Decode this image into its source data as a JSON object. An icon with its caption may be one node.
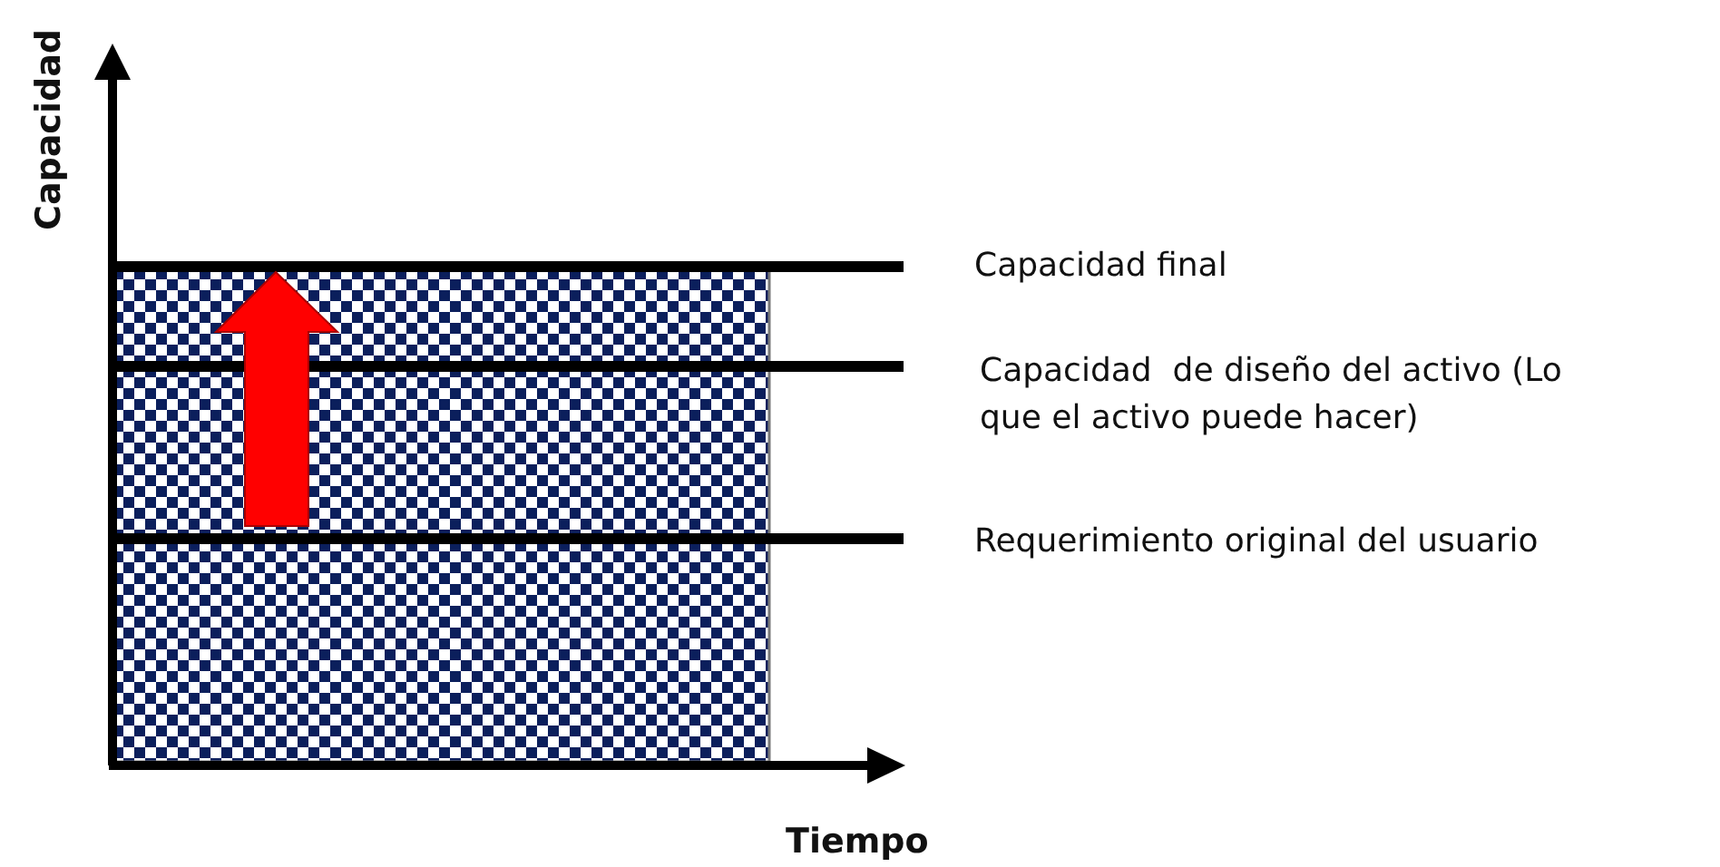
{
  "diagram": {
    "labels": [
      "Capacidad",
      "Capacidad final",
      "Capacidad  de diseño del activo (Lo que el activo puede hacer)",
      "Requerimiento original del usuario",
      "Tiempo"
    ]
  }
}
